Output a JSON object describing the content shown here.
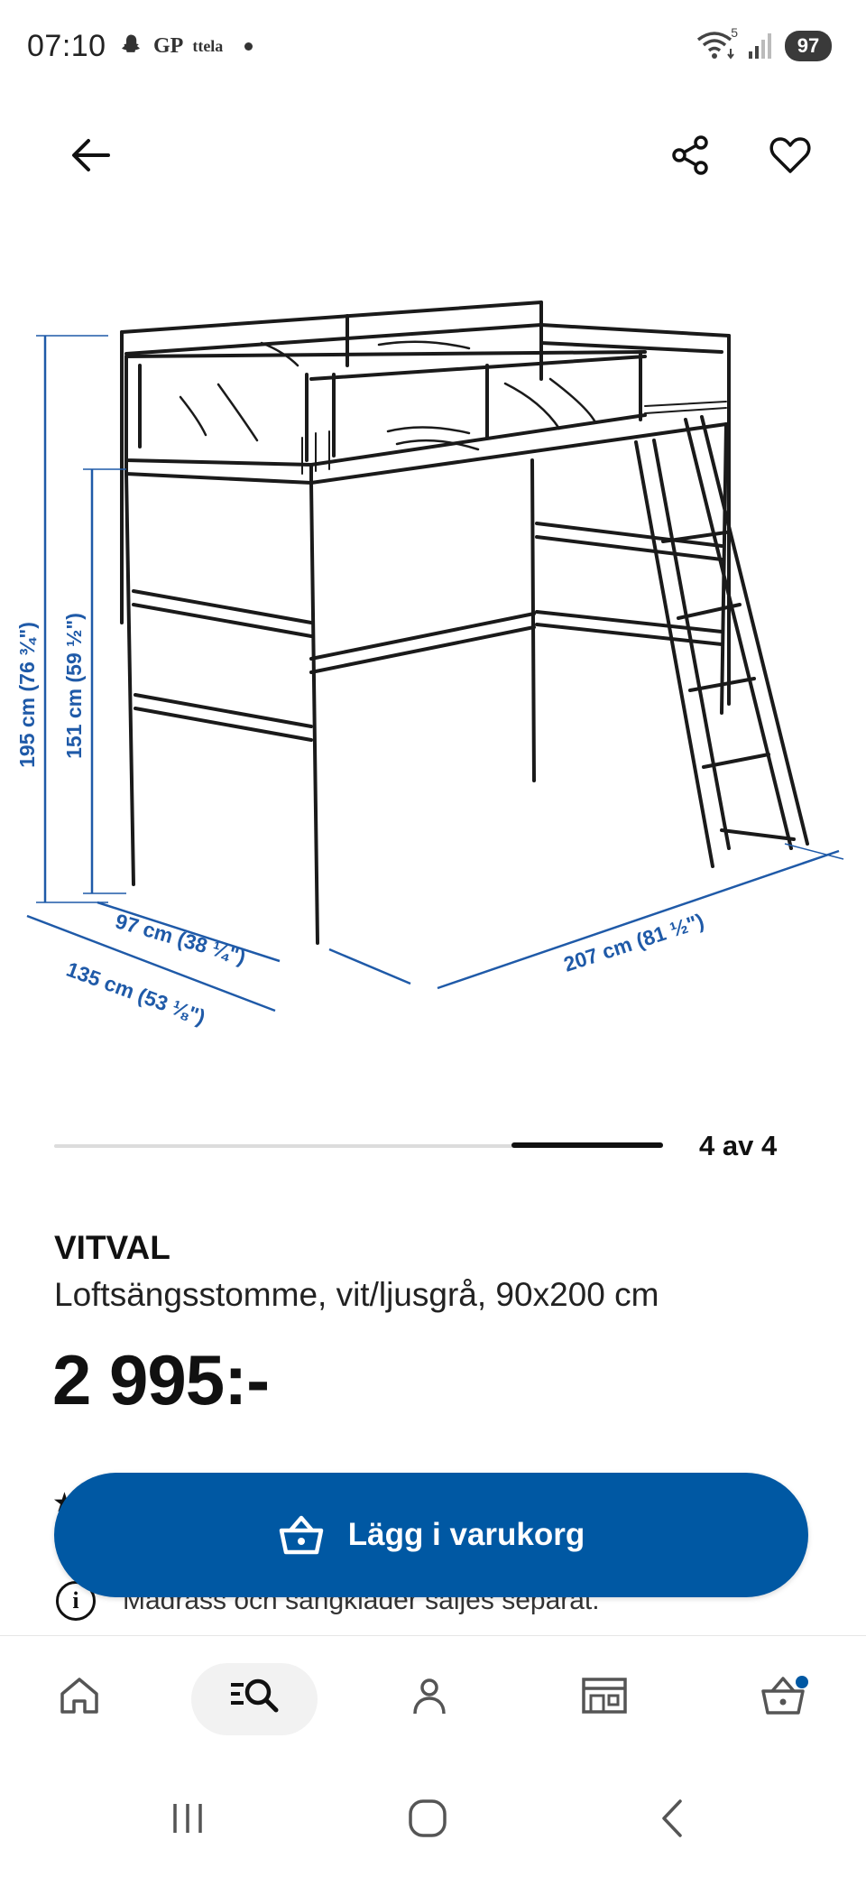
{
  "status_bar": {
    "time": "07:10",
    "app_gp": "GP",
    "app_ttela": "ttela",
    "wifi_badge": "5",
    "battery": "97"
  },
  "header": {
    "back_icon": "arrow-left-icon",
    "share_icon": "share-icon",
    "favorite_icon": "heart-icon"
  },
  "product_image": {
    "dim_height_total": "195 cm (76 ¾\")",
    "dim_height_under": "151 cm (59 ½\")",
    "dim_width_inner": "97 cm (38 ¼\")",
    "dim_width_outer": "135 cm (53 ⅛\")",
    "dim_length": "207 cm (81 ½\")"
  },
  "carousel": {
    "counter": "4 av 4",
    "current": 4,
    "total": 4
  },
  "product": {
    "name": "VITVAL",
    "description": "Loftsängsstomme, vit/ljusgrå, 90x200 cm",
    "price": "2 995:-"
  },
  "notice": {
    "text": "Madrass och sängkläder säljes separat."
  },
  "cart_button": {
    "label": "Lägg i varukorg",
    "icon": "basket-icon"
  },
  "bottom_nav": {
    "items": [
      "home-icon",
      "search-list-icon",
      "profile-icon",
      "store-icon",
      "cart-icon"
    ],
    "active": "search-list-icon"
  },
  "colors": {
    "brand_blue": "#0058a3",
    "dimension_blue": "#1f5aa8",
    "text": "#111111"
  }
}
